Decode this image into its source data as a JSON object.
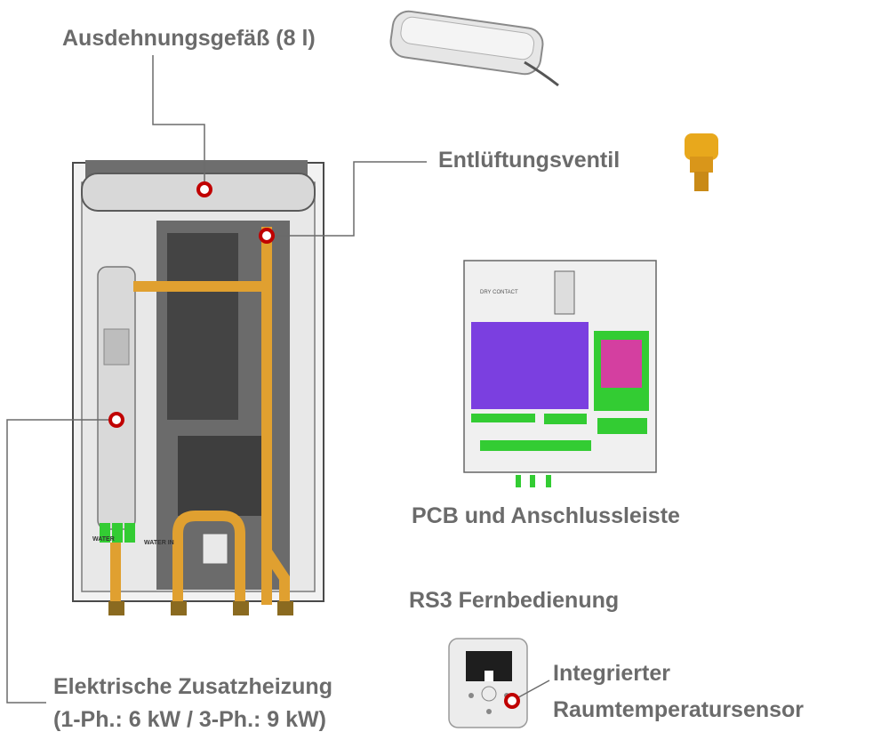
{
  "labels": {
    "expansion_vessel": "Ausdehnungsgefäß (8 l)",
    "vent_valve": "Entlüftungsventil",
    "pcb": "PCB und Anschlussleiste",
    "remote": "RS3 Fernbedienung",
    "sensor_line1": "Integrierter",
    "sensor_line2": "Raumtemperatursensor",
    "heater_line1": "Elektrische Zusatzheizung",
    "heater_line2": "(1-Ph.: 6 kW / 3-Ph.: 9 kW)"
  },
  "unit_markings": {
    "water_out": "WATER",
    "water_in": "WATER IN"
  },
  "pcb_markings": {
    "contact": "DRY CONTACT"
  },
  "colors": {
    "label_text": "#6b6b6b",
    "leader_line": "#6b6b6b",
    "marker_ring": "#c00000",
    "pipe": "#e0a030",
    "pcb_board": "#7b3fe0",
    "pcb_green": "#33cc33"
  }
}
